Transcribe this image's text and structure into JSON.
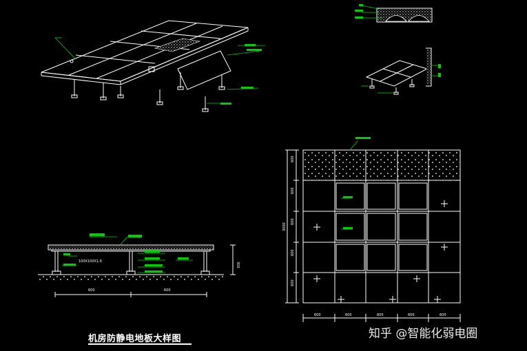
{
  "drawing": {
    "title": "机房防静电地板大样图",
    "watermark": "知乎 @智能化弱电圈",
    "dimensions": {
      "bottom_section": [
        "600",
        "600"
      ],
      "bottom_height": "300",
      "plan_vertical": [
        "600",
        "600",
        "600",
        "600",
        "600"
      ],
      "plan_vertical_total": "3000",
      "plan_horizontal": [
        "600",
        "600",
        "600",
        "600",
        "600"
      ]
    },
    "section_note": "100X100X1.6"
  }
}
